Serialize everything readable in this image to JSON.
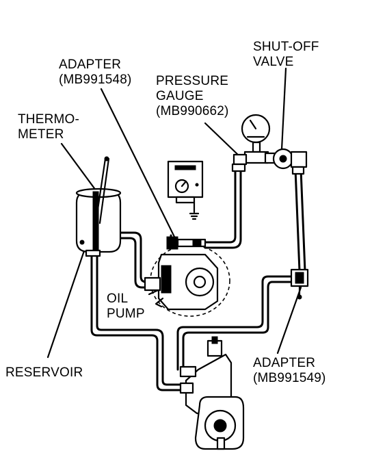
{
  "labels": {
    "shutoff_valve": [
      "SHUT-OFF",
      "VALVE"
    ],
    "adapter_top": [
      "ADAPTER",
      "(MB991548)"
    ],
    "pressure_gauge": [
      "PRESSURE",
      "GAUGE",
      "(MB990662)"
    ],
    "thermometer": [
      "THERMO-",
      "METER"
    ],
    "oil_pump": [
      "OIL",
      "PUMP"
    ],
    "reservoir": "RESERVOIR",
    "adapter_bottom": [
      "ADAPTER",
      "(MB991549)"
    ]
  },
  "colors": {
    "ink": "#000000",
    "paper": "#ffffff"
  }
}
